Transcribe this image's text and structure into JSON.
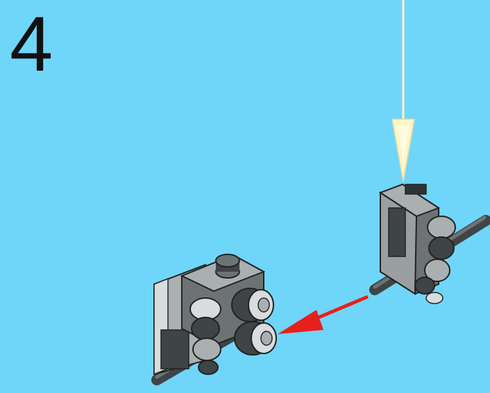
{
  "step": {
    "number": "4"
  },
  "colors": {
    "background": "#6fd6fa",
    "guide_arrow": "#fff4c4",
    "motion_arrow": "#e8201c",
    "part_dark": "#3f4446",
    "part_mid": "#6d7375",
    "part_light": "#aab0b2",
    "part_highlight": "#d9dcdc"
  },
  "icons": {
    "guide_arrow": "downward-placement-arrow",
    "motion_arrow": "attach-direction-arrow",
    "part_a": "technic-bracket-assembly",
    "part_b": "brick-with-wheels-assembly"
  }
}
